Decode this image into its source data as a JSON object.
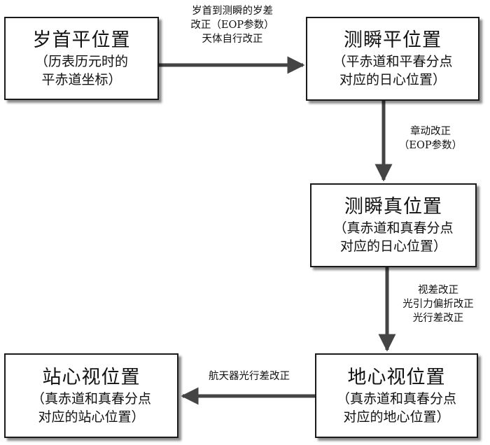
{
  "nodes": {
    "mean_epoch": {
      "title": "岁首平位置",
      "sub": [
        "（历表历元时的",
        "平赤道坐标）"
      ]
    },
    "mean_date": {
      "title": "测瞬平位置",
      "sub": [
        "（平赤道和平春分点",
        "对应的日心位置）"
      ]
    },
    "true_date": {
      "title": "测瞬真位置",
      "sub": [
        "（真赤道和真春分点",
        "对应的日心位置）"
      ]
    },
    "geocentric_apparent": {
      "title": "地心视位置",
      "sub": [
        "（真赤道和真春分点",
        "对应的地心位置）"
      ]
    },
    "topocentric_apparent": {
      "title": "站心视位置",
      "sub": [
        "（真赤道和真春分点",
        "对应的站心位置）"
      ]
    }
  },
  "edges": {
    "precession": {
      "lines": [
        "岁首到测瞬的岁差",
        "改正（EOP参数）",
        "天体自行改正"
      ]
    },
    "nutation": {
      "lines": [
        "章动改正",
        "（EOP参数）"
      ]
    },
    "aberration": {
      "lines": [
        "视差改正",
        "光引力偏折改正",
        "光行差改正"
      ]
    },
    "spacecraft": {
      "lines": [
        "航天器光行差改正"
      ]
    }
  }
}
